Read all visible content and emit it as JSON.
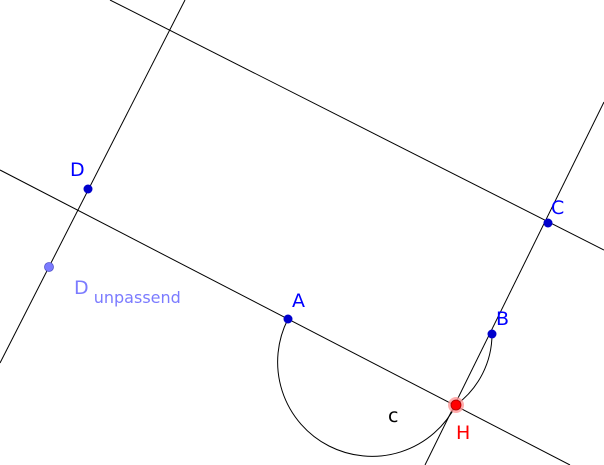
{
  "colors": {
    "line": "#000000",
    "point": "#0000cc",
    "point_label": "#0000ff",
    "faded_point": "#7b7bff",
    "faded_label": "#7b7bff",
    "highlight_point": "#ff0000",
    "highlight_halo": "#ff9999",
    "highlight_label": "#ff0000",
    "arc_label": "#000000"
  },
  "labels": {
    "A": "A",
    "B": "B",
    "C": "C",
    "D": "D",
    "H": "H",
    "c": "c",
    "d_unpassend_main": "D",
    "d_unpassend_sub": "unpassend"
  }
}
